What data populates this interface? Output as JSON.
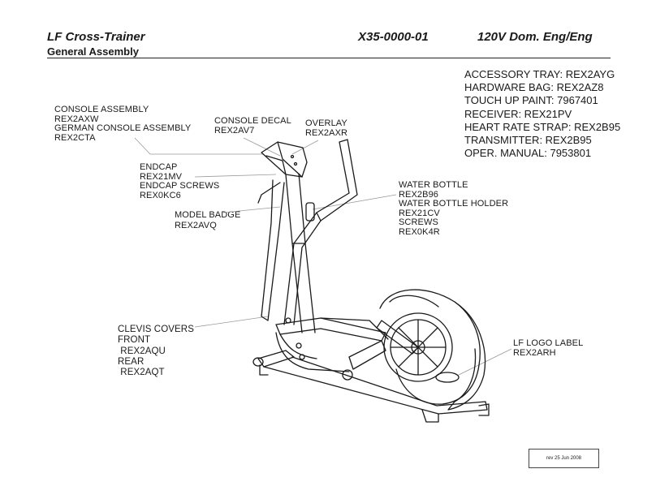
{
  "header": {
    "title": "LF  Cross-Trainer",
    "part_number": "X35-0000-01",
    "voltage": "120V Dom. Eng/Eng",
    "subtitle": "General Assembly"
  },
  "accessories": [
    "ACCESSORY TRAY: REX2AYG",
    "HARDWARE BAG: REX2AZ8",
    "TOUCH UP PAINT: 7967401",
    "RECEIVER:  REX21PV",
    "HEART RATE STRAP: REX2B95",
    "TRANSMITTER: REX2B95",
    "OPER. MANUAL: 7953801"
  ],
  "labels": {
    "console": [
      "CONSOLE  ASSEMBLY",
      "REX2AXW",
      "GERMAN CONSOLE  ASSEMBLY",
      "REX2CTA"
    ],
    "console_decal": [
      "CONSOLE DECAL",
      "REX2AV7"
    ],
    "overlay": [
      "OVERLAY",
      "REX2AXR"
    ],
    "endcap": [
      "ENDCAP",
      "REX21MV",
      "ENDCAP SCREWS",
      "REX0KC6"
    ],
    "model_badge": [
      "MODEL BADGE",
      "REX2AVQ"
    ],
    "water_bottle": [
      "WATER BOTTLE",
      "REX2B96",
      "WATER BOTTLE HOLDER",
      "REX21CV",
      "SCREWS",
      "REX0K4R"
    ],
    "clevis": [
      "CLEVIS COVERS",
      "FRONT",
      " REX2AQU",
      "REAR",
      " REX2AQT"
    ],
    "logo_label": [
      "LF LOGO LABEL",
      "REX2ARH"
    ]
  },
  "revision": "rev 25 Jun 2008",
  "colors": {
    "line": "#1a1a1a",
    "leader": "#9a9a9a"
  }
}
